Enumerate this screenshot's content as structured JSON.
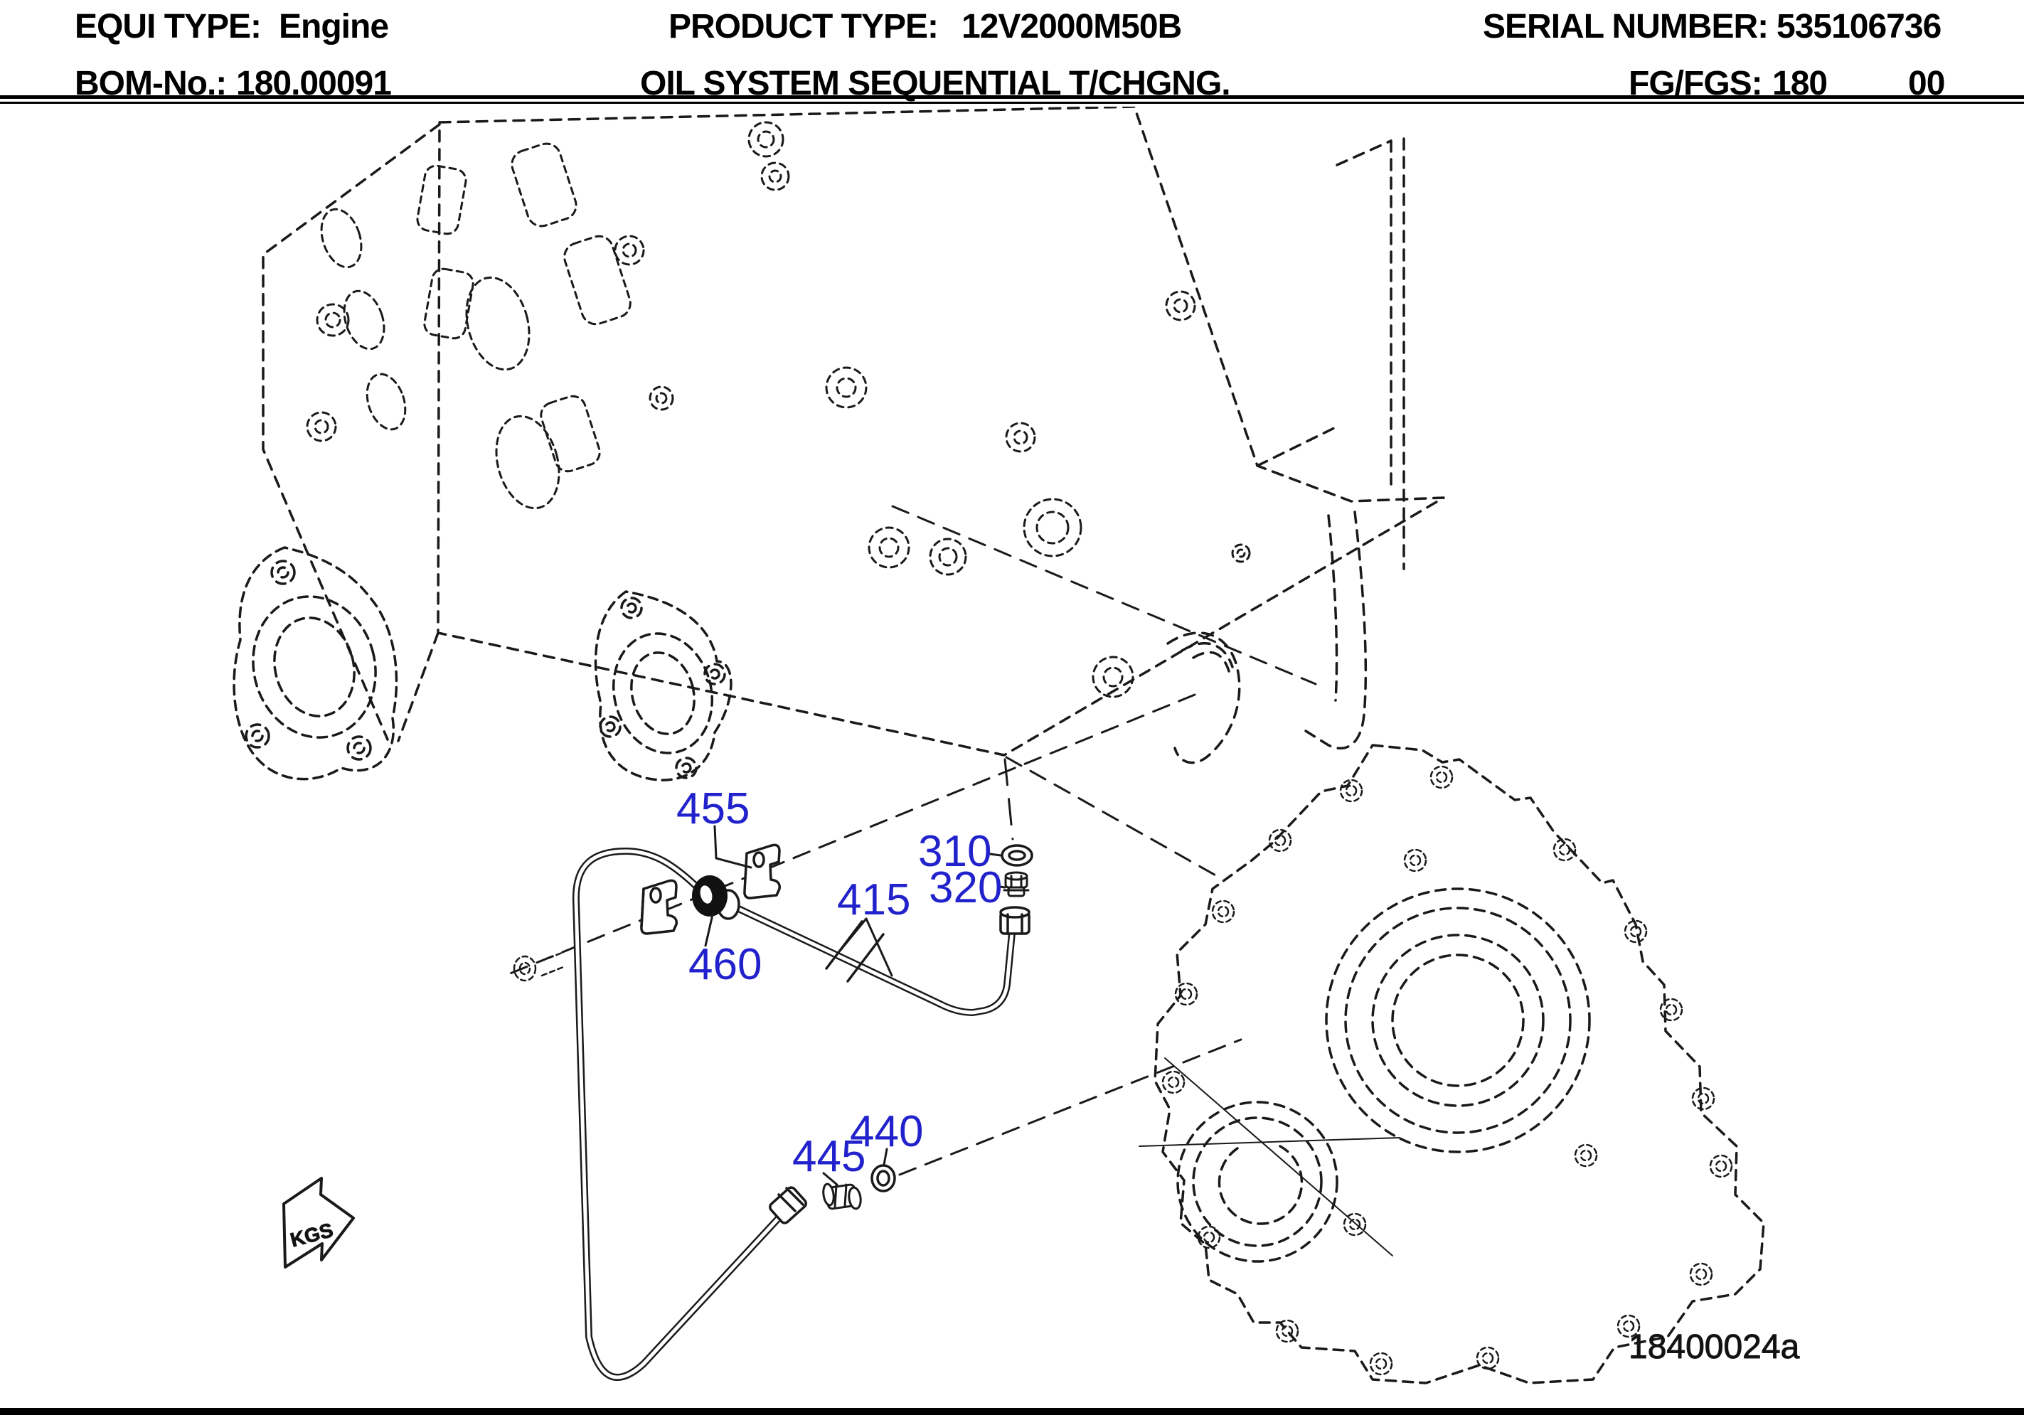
{
  "header": {
    "equi_type_label": "EQUI TYPE:",
    "equi_type_value": "Engine",
    "product_type_label": "PRODUCT TYPE:",
    "product_type_value": "12V2000M50B",
    "serial_number_label": "SERIAL NUMBER:",
    "serial_number_value": "535106736",
    "bom_no_label": "BOM-No.:",
    "bom_no_value": "180.00091",
    "description": "OIL SYSTEM SEQUENTIAL T/CHGNG.",
    "fg_fgs_label": "FG/FGS:",
    "fg_fgs_value": "180",
    "fg_fgs_suffix": "00"
  },
  "diagram": {
    "drawing_number": "18400024a",
    "weight_symbol": "KGS",
    "callout_color": "#2222CC",
    "line_color": "#1a1a1a",
    "callouts": [
      {
        "label": "455"
      },
      {
        "label": "310"
      },
      {
        "label": "320"
      },
      {
        "label": "415"
      },
      {
        "label": "460"
      },
      {
        "label": "440"
      },
      {
        "label": "445"
      }
    ]
  }
}
